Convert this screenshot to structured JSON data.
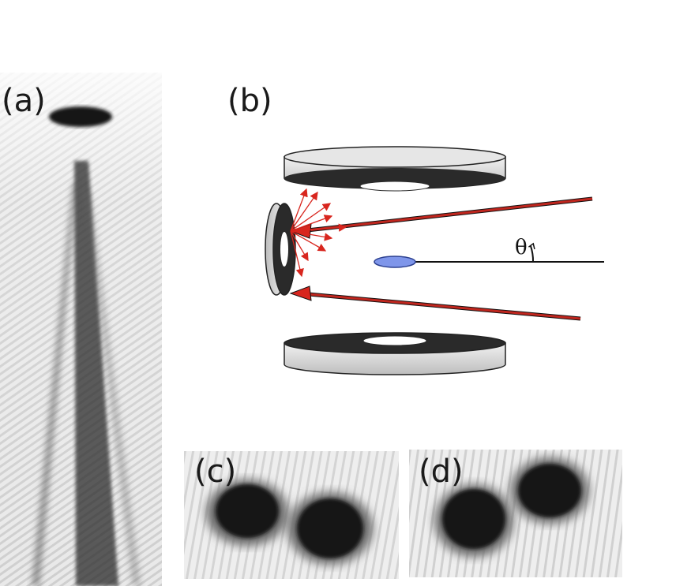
{
  "figure": {
    "panel_a": {
      "label": "(a)"
    },
    "panel_b": {
      "label": "(b)",
      "angle_symbol": "θ"
    },
    "panel_c": {
      "label": "(c)"
    },
    "panel_d": {
      "label": "(d)"
    }
  },
  "colors": {
    "beam": "#c0261e",
    "arrows": "#d8261e",
    "ion_cloud": "#7f96ea",
    "ring_top": "#d9d9d9",
    "ring_dark": "#2a2a2a",
    "image_dark": "#141414"
  }
}
